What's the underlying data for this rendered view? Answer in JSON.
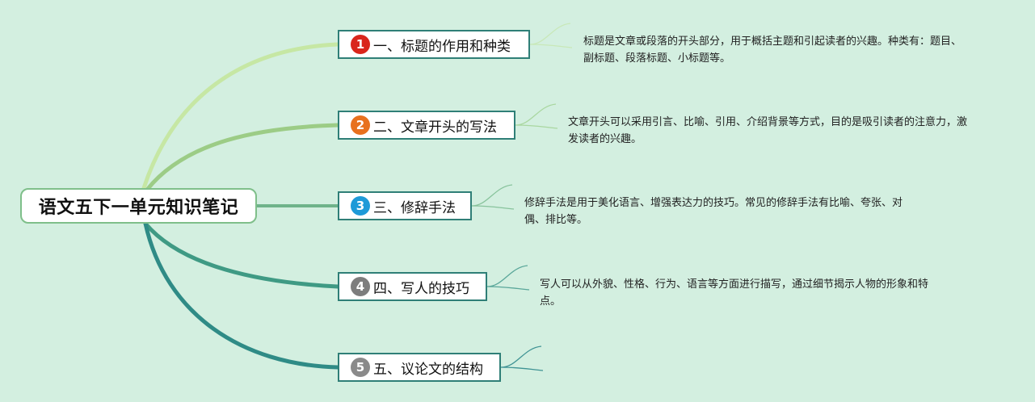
{
  "root": {
    "label": "语文五下一单元知识笔记"
  },
  "topics": [
    {
      "number": "1",
      "label": "一、标题的作用和种类",
      "badge_color": "#d9261c",
      "branch_color": "#c6e7a4",
      "note": "标题是文章或段落的开头部分，用于概括主题和引起读者的兴趣。种类有：题目、副标题、段落标题、小标题等。"
    },
    {
      "number": "2",
      "label": "二、文章开头的写法",
      "badge_color": "#e8711e",
      "branch_color": "#9ccc86",
      "note": "文章开头可以采用引言、比喻、引用、介绍背景等方式，目的是吸引读者的注意力，激发读者的兴趣。"
    },
    {
      "number": "3",
      "label": "三、修辞手法",
      "badge_color": "#1e9ad8",
      "branch_color": "#6fb38a",
      "note": "修辞手法是用于美化语言、增强表达力的技巧。常见的修辞手法有比喻、夸张、对偶、排比等。"
    },
    {
      "number": "4",
      "label": "四、写人的技巧",
      "badge_color": "#7d7d7d",
      "branch_color": "#3f9a84",
      "note": "写人可以从外貌、性格、行为、语言等方面进行描写，通过细节揭示人物的形象和特点。"
    },
    {
      "number": "5",
      "label": "五、议论文的结构",
      "badge_color": "#8a8a8a",
      "branch_color": "#2f8b86",
      "note": ""
    }
  ]
}
